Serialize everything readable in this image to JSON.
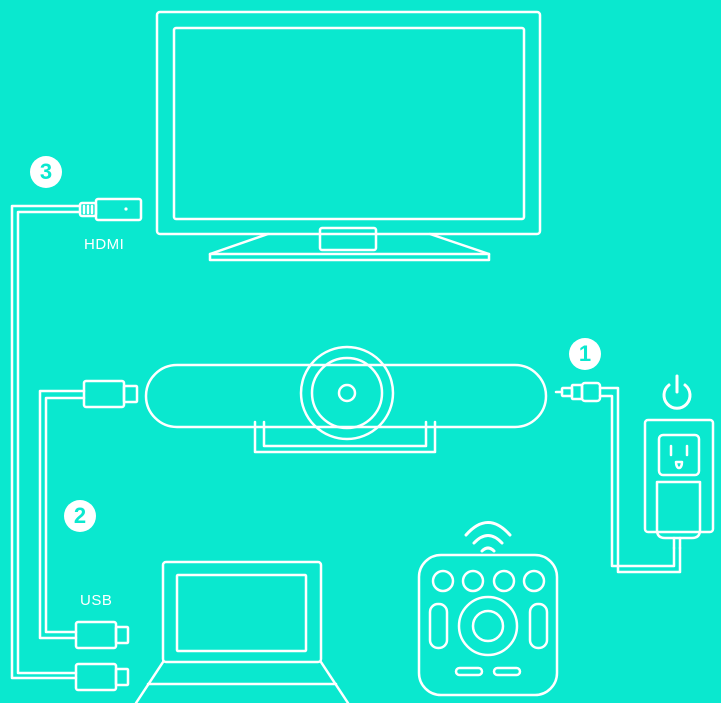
{
  "steps": {
    "one": "1",
    "two": "2",
    "three": "3"
  },
  "labels": {
    "hdmi": "HDMI",
    "usb": "USB"
  },
  "icons": [
    "tv-icon",
    "camera-icon",
    "laptop-icon",
    "remote-icon",
    "wall-outlet-icon",
    "power-icon",
    "wifi-icon",
    "hdmi-plug-icon",
    "usb-plug-icon",
    "audio-jack-icon"
  ],
  "colors": {
    "background": "#0ae8cf",
    "line": "#ffffff"
  }
}
